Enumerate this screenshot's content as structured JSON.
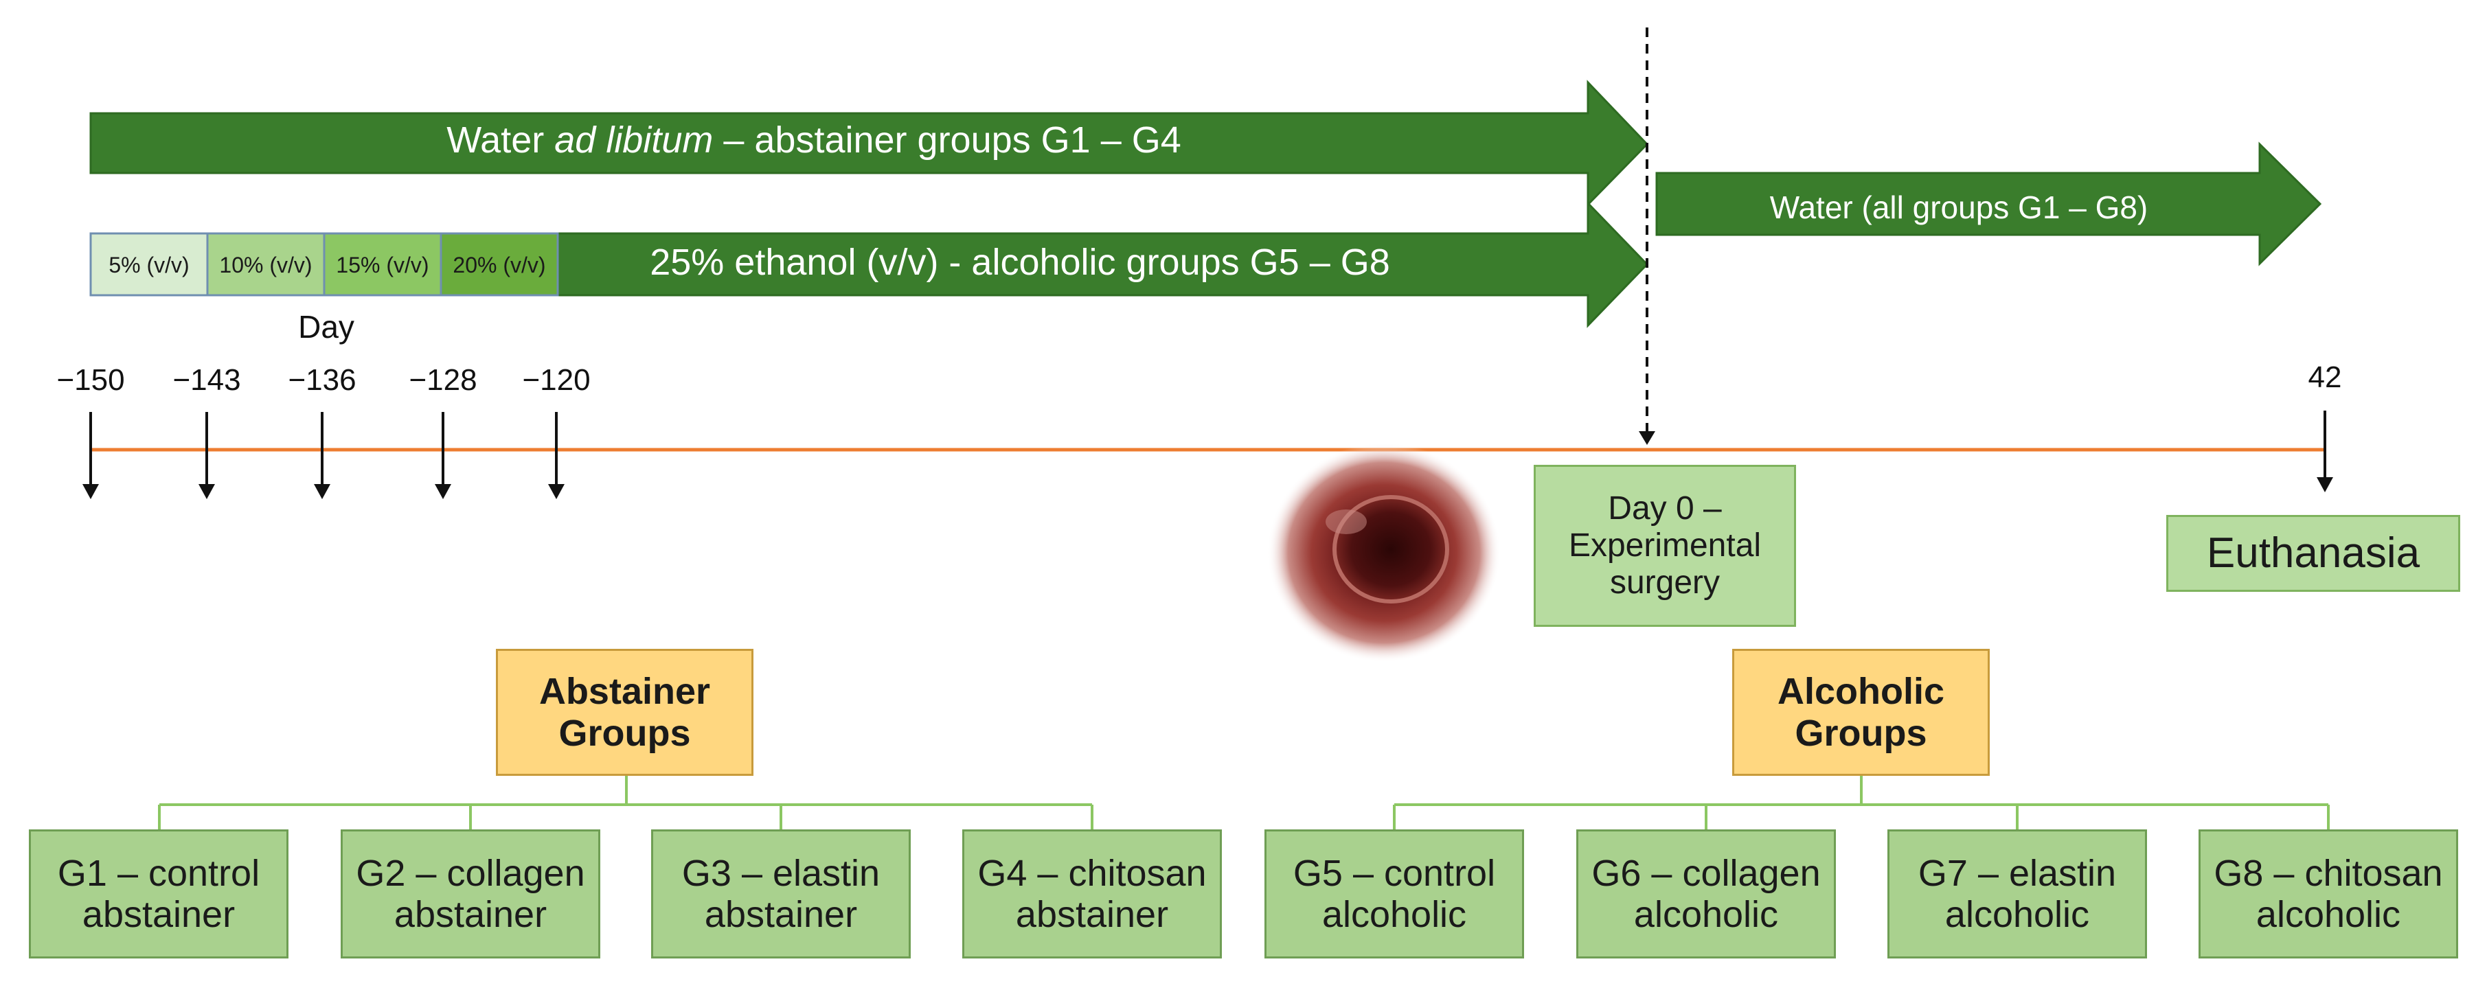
{
  "arrows": {
    "water_abstainer": {
      "prefix": "Water ",
      "italic": "ad libitum",
      "suffix": " – abstainer groups G1 – G4"
    },
    "ethanol_alcoholic": "25% ethanol (v/v) - alcoholic groups G5 – G8",
    "water_all": "Water (all groups G1 – G8)"
  },
  "ramp_steps": [
    "5% (v/v)",
    "10% (v/v)",
    "15% (v/v)",
    "20% (v/v)"
  ],
  "timeline": {
    "axis_label": "Day",
    "ticks": [
      "−150",
      "−143",
      "−136",
      "−128",
      "−120"
    ],
    "end_tick": "42"
  },
  "events": {
    "surgery": "Day 0 –\nExperimental\nsurgery",
    "euthanasia": "Euthanasia"
  },
  "photo": {
    "icon": "surgical-defect-photo"
  },
  "group_headers": {
    "abstainer": "Abstainer\nGroups",
    "alcoholic": "Alcoholic\nGroups"
  },
  "groups": [
    "G1 – control\nabstainer",
    "G2 – collagen\nabstainer",
    "G3 – elastin\nabstainer",
    "G4 – chitosan\nabstainer",
    "G5 – control\nalcoholic",
    "G6 – collagen\nalcoholic",
    "G7 – elastin\nalcoholic",
    "G8 – chitosan\nalcoholic"
  ],
  "colors": {
    "arrow_green": "#3a7d2c",
    "ramp_1": "#d8ecd0",
    "ramp_2": "#a9d48c",
    "ramp_3": "#8cc763",
    "ramp_4": "#6aac3c",
    "timeline_line": "#ed7d31",
    "box_green": "#a9d18e",
    "header_orange": "#ffd780"
  }
}
